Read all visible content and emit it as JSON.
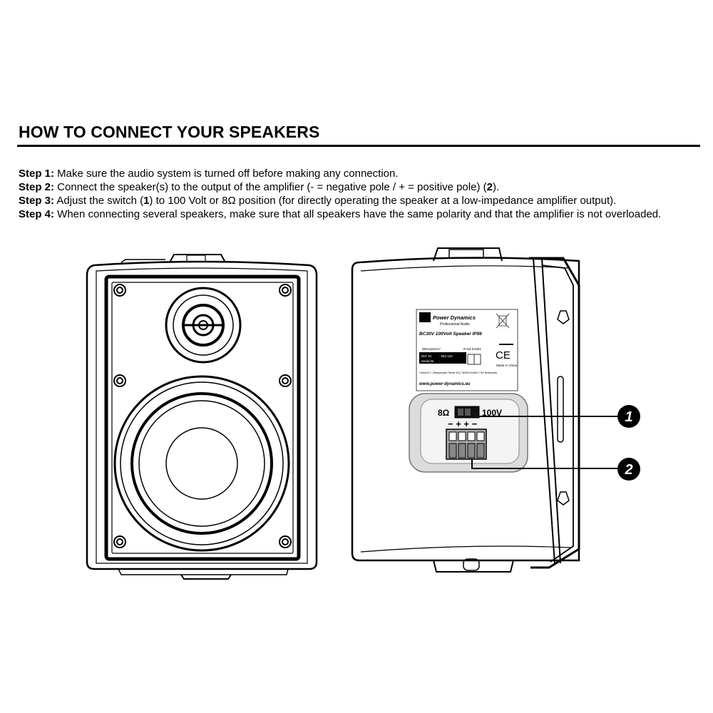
{
  "heading": "HOW TO CONNECT YOUR SPEAKERS",
  "steps": [
    {
      "label": "Step 1:",
      "text": " Make sure the audio system is turned off before making any connection."
    },
    {
      "label": "Step 2:",
      "text_a": " Connect the speaker(s) to the output of the amplifier (- = negative pole / + = positive pole) (",
      "ref": "2",
      "text_b": ")."
    },
    {
      "label": "Step 3:",
      "text_a": " Adjust the switch (",
      "ref": "1",
      "text_b": ") to 100 Volt or 8Ω position (for directly operating the speaker at a low-impedance amplifier output)."
    },
    {
      "label": "Step 4:",
      "text": " When connecting several speakers, make sure that all speakers have the same polarity and that the amplifier is not overloaded."
    }
  ],
  "label_plate": {
    "brand": "Power Dynamics",
    "brand_sub": "Professional Audio",
    "model": "BC30V 100Volt Speaker IP56",
    "code": "DE51181017",
    "rnz": "R-NZ E4361",
    "ref_label": "Ref. Nr.",
    "ref_value": ": 952.102",
    "serial_label": "Serial Nr.",
    "serial_value": ":",
    "made_in": "Made in China",
    "address": "Tronios B.V. | Bedrijvenpark Twente 415 | 7602KM ALMELO The Netherlands",
    "website": "www.power-dynamics.eu",
    "ce": "CE"
  },
  "terminal": {
    "ohm_label": "8Ω",
    "volt_label": "100V",
    "polarity": "− + + −"
  },
  "callouts": [
    "1",
    "2"
  ]
}
